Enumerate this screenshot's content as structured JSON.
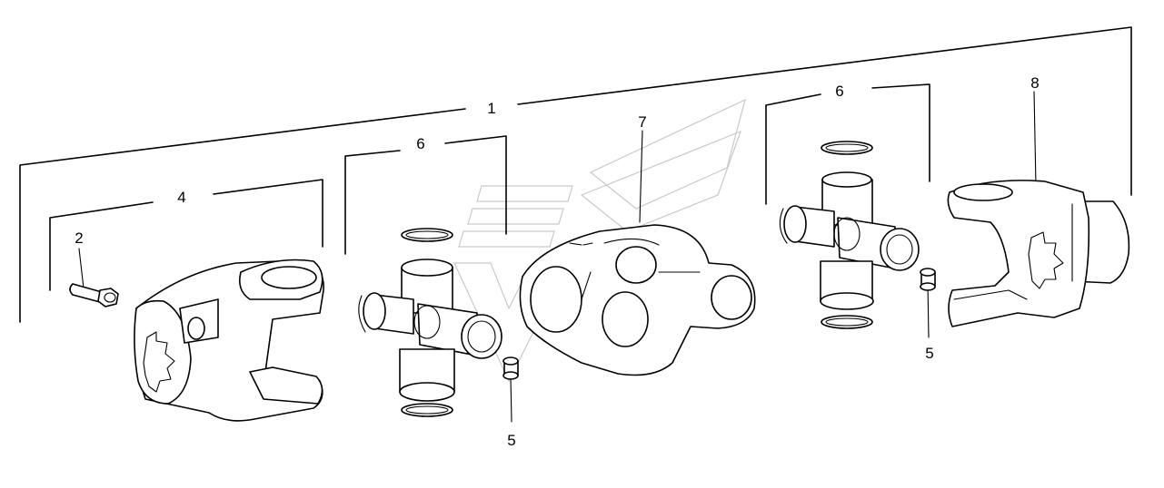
{
  "callouts": {
    "n1": "1",
    "n2": "2",
    "n4": "4",
    "n5a": "5",
    "n5b": "5",
    "n6a": "6",
    "n6b": "6",
    "n7": "7",
    "n8": "8"
  }
}
